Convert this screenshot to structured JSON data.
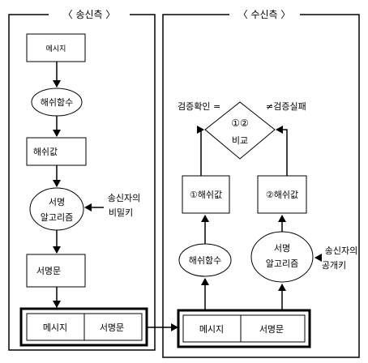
{
  "sender": {
    "title": "〈 송신측 〉",
    "message_box": "메시지",
    "hash_function": "해쉬함수",
    "hash_value": "해쉬값",
    "sign_algorithm": [
      "서명",
      "알고리즘"
    ],
    "private_key_note": [
      "송신자의",
      "비밀키"
    ],
    "signature_box": "서명문",
    "bundle_message": "메시지",
    "bundle_signature": "서명문"
  },
  "receiver": {
    "title": "〈 수신측 〉",
    "verify_ok": "검증확인 =",
    "verify_fail": "≠검증실패",
    "compare_top": "①②",
    "compare_bottom": "비교",
    "hash_value_1": "①해쉬값",
    "hash_value_2": "②해쉬값",
    "hash_function": "해쉬함수",
    "sign_algorithm": [
      "서명",
      "알고리즘"
    ],
    "public_key_note": [
      "송신자의",
      "공개키"
    ],
    "bundle_message": "메시지",
    "bundle_signature": "서명문"
  }
}
